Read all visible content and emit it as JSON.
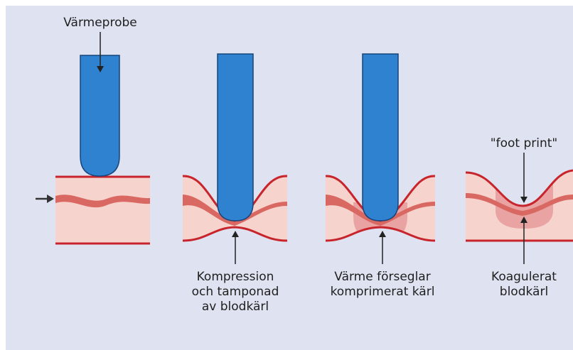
{
  "labels": {
    "probe": "Värmeprobe",
    "compression": [
      "Kompression",
      "och tamponad",
      "av blodkärl"
    ],
    "sealing": [
      "Värme förseglar",
      "komprimerat kärl"
    ],
    "footprint": "\"foot print\"",
    "coagulated": [
      "Koagulerat",
      "blodkärl"
    ]
  },
  "colors": {
    "background": "#dfe3f1",
    "probe": "#2f82d0",
    "tissue": "#f7d3cd",
    "vessel": "#d96862",
    "coagulation_zone": "#e9a3a2",
    "tissue_edge": "#c8242c"
  }
}
